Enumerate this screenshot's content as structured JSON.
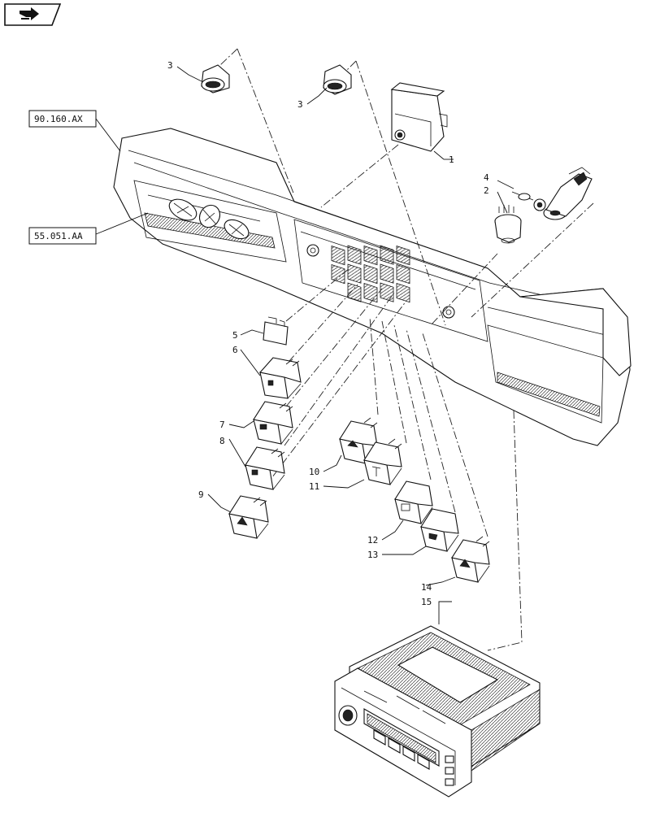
{
  "nav": {
    "icon": "next-page-arrow-icon"
  },
  "references": [
    {
      "id": "ref-90-160-ax",
      "text": "90.160.AX"
    },
    {
      "id": "ref-55-051-aa",
      "text": "55.051.AA"
    }
  ],
  "callouts": [
    "1",
    "2",
    "3",
    "3",
    "4",
    "5",
    "6",
    "7",
    "8",
    "9",
    "10",
    "11",
    "12",
    "13",
    "14",
    "15"
  ]
}
